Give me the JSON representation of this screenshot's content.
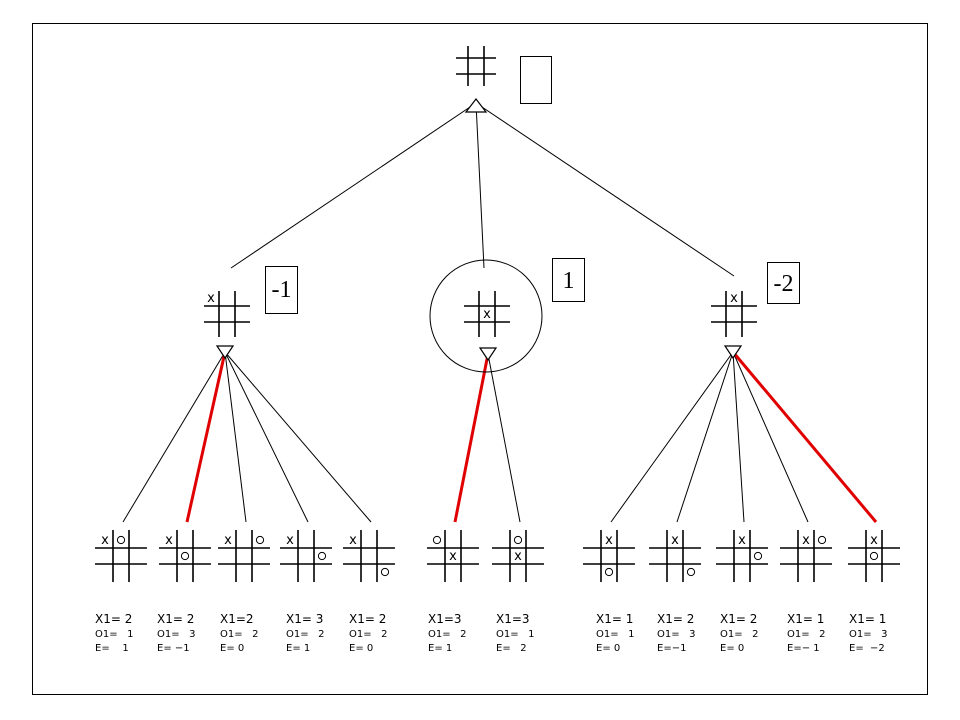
{
  "root": {
    "value": ""
  },
  "level1": [
    {
      "value": "-1",
      "board": [
        "x",
        "",
        "",
        "",
        "",
        "",
        "",
        "",
        ""
      ],
      "selected": false
    },
    {
      "value": "1",
      "board": [
        "",
        "",
        "",
        "",
        "x",
        "",
        "",
        "",
        ""
      ],
      "selected": true
    },
    {
      "value": "-2",
      "board": [
        "",
        "x",
        "",
        "",
        "",
        "",
        "",
        "",
        ""
      ],
      "selected": false
    }
  ],
  "leaves": [
    {
      "parent": 0,
      "board": [
        "x",
        "o",
        "",
        "",
        "",
        "",
        "",
        "",
        ""
      ],
      "x1": "X1= 2",
      "o1": "O1=   1",
      "e": "E=    1",
      "best": false
    },
    {
      "parent": 0,
      "board": [
        "x",
        "",
        "",
        "",
        "o",
        "",
        "",
        "",
        ""
      ],
      "x1": "X1= 2",
      "o1": "O1=   3",
      "e": "E= −1",
      "best": true
    },
    {
      "parent": 0,
      "board": [
        "x",
        "",
        "o",
        "",
        "",
        "",
        "",
        "",
        ""
      ],
      "x1": "X1=2",
      "o1": "O1=   2",
      "e": "E= 0",
      "best": false
    },
    {
      "parent": 0,
      "board": [
        "x",
        "",
        "",
        "",
        "",
        "o",
        "",
        "",
        ""
      ],
      "x1": "X1= 3",
      "o1": "O1=   2",
      "e": "E= 1",
      "best": false
    },
    {
      "parent": 0,
      "board": [
        "x",
        "",
        "",
        "",
        "",
        "",
        "",
        "",
        "o"
      ],
      "x1": "X1= 2",
      "o1": "O1=   2",
      "e": "E= 0",
      "best": false
    },
    {
      "parent": 1,
      "board": [
        "o",
        "",
        "",
        "",
        "x",
        "",
        "",
        "",
        ""
      ],
      "x1": "X1=3",
      "o1": "O1=   2",
      "e": "E= 1",
      "best": true
    },
    {
      "parent": 1,
      "board": [
        "",
        "o",
        "",
        "",
        "x",
        "",
        "",
        "",
        ""
      ],
      "x1": "X1=3",
      "o1": "O1=   1",
      "e": "E=   2",
      "best": false
    },
    {
      "parent": 2,
      "board": [
        "",
        "x",
        "",
        "",
        "",
        "",
        "",
        "o",
        ""
      ],
      "x1": "X1= 1",
      "o1": "O1=   1",
      "e": "E= 0",
      "best": false
    },
    {
      "parent": 2,
      "board": [
        "",
        "x",
        "",
        "",
        "",
        "",
        "",
        "",
        "o"
      ],
      "x1": "X1= 2",
      "o1": "O1=   3",
      "e": "E=−1",
      "best": false
    },
    {
      "parent": 2,
      "board": [
        "",
        "x",
        "",
        "",
        "",
        "o",
        "",
        "",
        ""
      ],
      "x1": "X1= 2",
      "o1": "O1=   2",
      "e": "E= 0",
      "best": false
    },
    {
      "parent": 2,
      "board": [
        "",
        "x",
        "o",
        "",
        "",
        "",
        "",
        "",
        ""
      ],
      "x1": "X1= 1",
      "o1": "O1=   2",
      "e": "E=− 1",
      "best": false
    },
    {
      "parent": 2,
      "board": [
        "",
        "x",
        "",
        "",
        "o",
        "",
        "",
        "",
        ""
      ],
      "x1": "X1= 1",
      "o1": "O1=   3",
      "e": "E=  −2",
      "best": true
    }
  ],
  "colors": {
    "line": "#000000",
    "best_move": "#e00000"
  }
}
